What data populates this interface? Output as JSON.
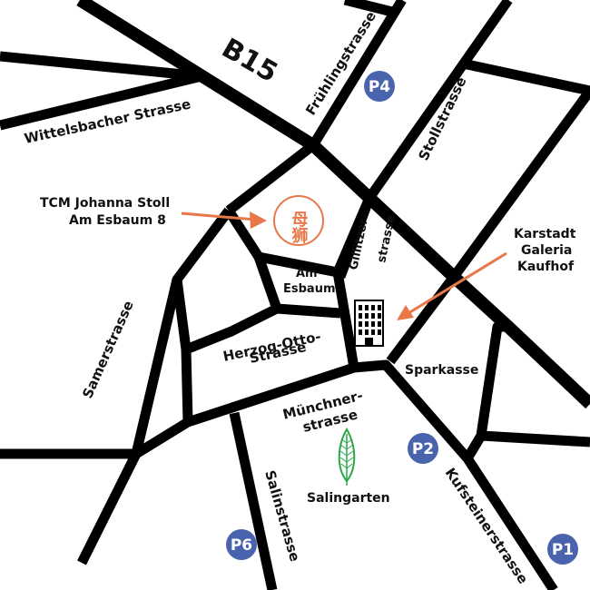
{
  "streets": {
    "b15": "B15",
    "fruehling": "Frühlingstrasse",
    "wittelsbacher": "Wittelsbacher Strasse",
    "stoll": "Stollstrasse",
    "gillitzer_1": "Gillitzer-",
    "gillitzer_2": "strasse",
    "am_esbaum_1": "Am",
    "am_esbaum_2": "Esbaum",
    "herzog_1": "Herzog-Otto-",
    "herzog_2": "Strasse",
    "samer": "Samerstrasse",
    "muenchner_1": "Münchner-",
    "muenchner_2": "strasse",
    "salin": "Salinstrasse",
    "kufsteiner": "Kufsteinerstrasse"
  },
  "places": {
    "tcm_line1": "TCM Johanna Stoll",
    "tcm_line2": "Am Esbaum 8",
    "karstadt_1": "Karstadt",
    "karstadt_2": "Galeria",
    "karstadt_3": "Kaufhof",
    "sparkasse": "Sparkasse",
    "salingarten": "Salingarten"
  },
  "logo_glyphs": "母狮",
  "parking": [
    {
      "id": "p4",
      "label": "P4"
    },
    {
      "id": "p2",
      "label": "P2"
    },
    {
      "id": "p6",
      "label": "P6"
    },
    {
      "id": "p1",
      "label": "P1"
    }
  ],
  "colors": {
    "road": "#000000",
    "accent": "#e8784a",
    "parking": "#4a63ad",
    "park_leaf": "#2aa84a"
  },
  "icons": {
    "logo": "tcm-logo-icon",
    "store": "department-store-icon",
    "park": "leaf-icon",
    "parking": "parking-icon"
  }
}
